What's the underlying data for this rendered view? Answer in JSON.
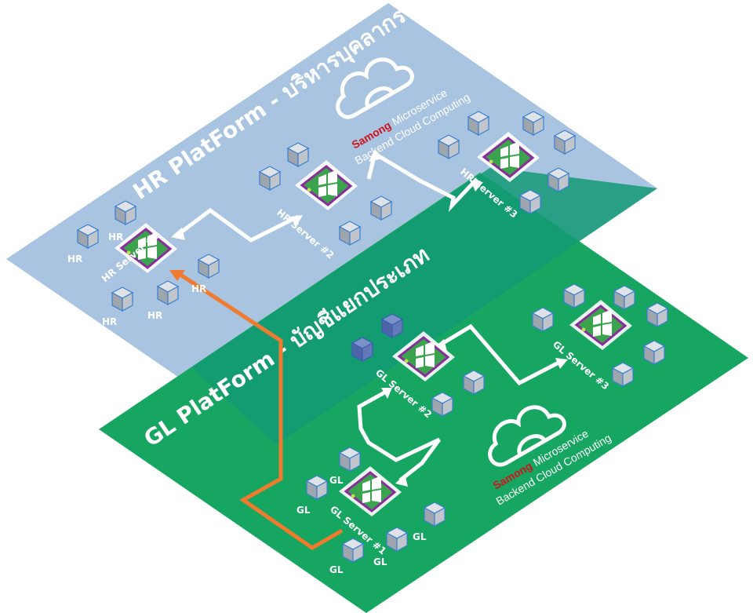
{
  "colors": {
    "hr_plane": "#a9c4e0",
    "gl_plane": "#17a661",
    "overlap": "#139a76",
    "connector": "#ffffff",
    "highlight_path": "#f07a2e",
    "server_frame": "#8a2d9a",
    "brand_accent": "#d0121b"
  },
  "hr_platform": {
    "title": "HR PlatForm - บริหารบุคลากร",
    "brand_highlight": "Samong",
    "brand_rest": " Microservice",
    "brand_line2": "Backend Cloud Computing",
    "servers": [
      {
        "label": "HR Server #1"
      },
      {
        "label": "HR Server #2"
      },
      {
        "label": "HR Server #3"
      }
    ],
    "node_tag": "HR"
  },
  "gl_platform": {
    "title": "GL PlatForm - บัญชีแยกประเภท",
    "brand_highlight": "Samong",
    "brand_rest": " Microservice",
    "brand_line2": "Backend Cloud Computing",
    "servers": [
      {
        "label": "GL Server #1"
      },
      {
        "label": "GL Server #2"
      },
      {
        "label": "GL Server #3"
      }
    ],
    "node_tag": "GL"
  },
  "icons": {
    "cloud": "cloud-icon",
    "server": "windows-server-icon",
    "node": "cube-node-icon"
  }
}
